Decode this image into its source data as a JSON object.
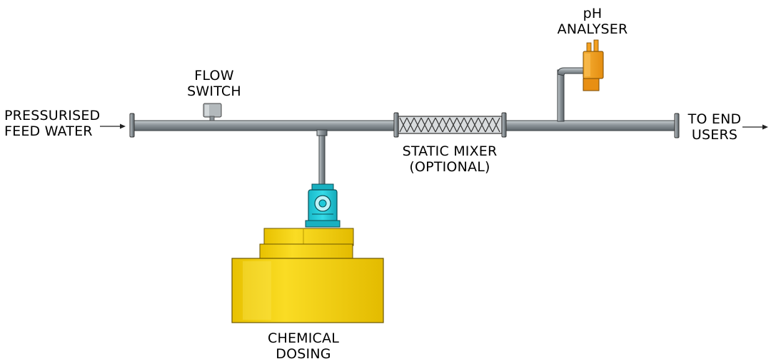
{
  "labels": {
    "feed": {
      "line1": "PRESSURISED",
      "line2": "FEED WATER"
    },
    "flow_switch": {
      "line1": "FLOW",
      "line2": "SWITCH"
    },
    "ph_analyser": {
      "line1": "pH",
      "line2": "ANALYSER"
    },
    "end_users": {
      "line1": "TO END",
      "line2": "USERS"
    },
    "static_mixer": {
      "line1": "STATIC MIXER",
      "line2": "(OPTIONAL)"
    },
    "chemical_dosing": {
      "line1": "CHEMICAL",
      "line2": "DOSING"
    }
  },
  "colors": {
    "pipe": "#8c9499",
    "tank": "#f6d30e",
    "pump": "#1fc9d9",
    "analyser": "#f5a01e",
    "outline": "#2a2a2a"
  },
  "icons": [
    "flow-switch-icon",
    "static-mixer-icon",
    "ph-analyser-icon",
    "dosing-pump-icon",
    "chemical-tank-icon"
  ]
}
